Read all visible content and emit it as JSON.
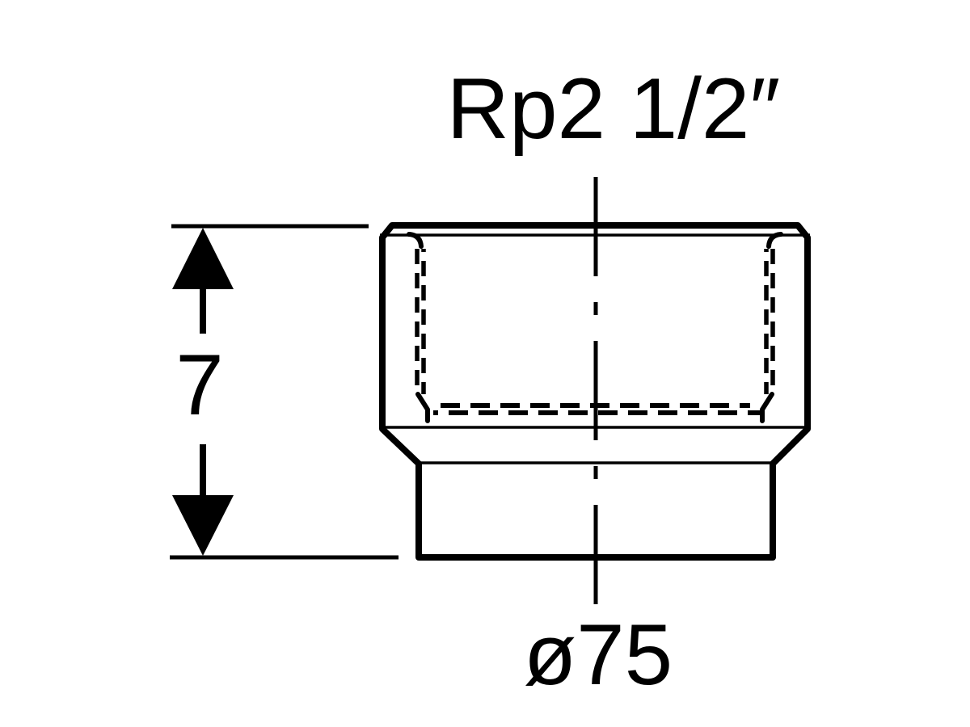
{
  "drawing": {
    "background_color": "#ffffff",
    "line_color": "#000000",
    "labels": {
      "thread_size": "Rp2 1/2″",
      "height": "7",
      "diameter": "ø75"
    }
  }
}
